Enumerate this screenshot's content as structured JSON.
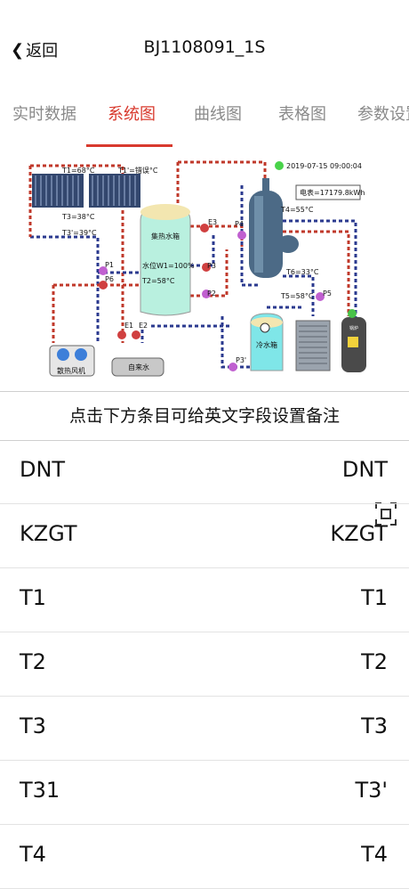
{
  "header": {
    "back_label": "返回",
    "title": "BJ1108091_1S"
  },
  "tabs": [
    {
      "label": "实时数据",
      "active": false
    },
    {
      "label": "系统图",
      "active": true
    },
    {
      "label": "曲线图",
      "active": false
    },
    {
      "label": "表格图",
      "active": false
    },
    {
      "label": "参数设置",
      "active": false
    }
  ],
  "diagram": {
    "timestamp": "2019-07-15 09:00:04",
    "meter": "电表=17179.8kWh",
    "t1": "T1=68°C",
    "t1p": "T1'=错误°C",
    "t3": "T3=38°C",
    "t3p": "T3'=39°C",
    "tank_name": "集热水箱",
    "tank_level": "水位W1=100%",
    "tank_t2": "T2=58°C",
    "t4": "T4=55°C",
    "t6": "T6=33°C",
    "t5": "T5=58°C",
    "cold_tank": "冷水箱",
    "fan_label": "散热风机",
    "tap_label": "自来水",
    "p1": "P1",
    "p6": "P6",
    "p2": "P2",
    "p3": "P3",
    "p4": "P4",
    "p5": "P5",
    "p3p": "P3'",
    "e1": "E1",
    "e2": "E2",
    "e3": "E3",
    "boiler_label": "锅炉"
  },
  "hint": "点击下方条目可给英文字段设置备注",
  "items": [
    {
      "key": "DNT",
      "value": "DNT"
    },
    {
      "key": "KZGT",
      "value": "KZGT"
    },
    {
      "key": "T1",
      "value": "T1"
    },
    {
      "key": "T2",
      "value": "T2"
    },
    {
      "key": "T3",
      "value": "T3"
    },
    {
      "key": "T31",
      "value": "T3'"
    },
    {
      "key": "T4",
      "value": "T4"
    }
  ]
}
